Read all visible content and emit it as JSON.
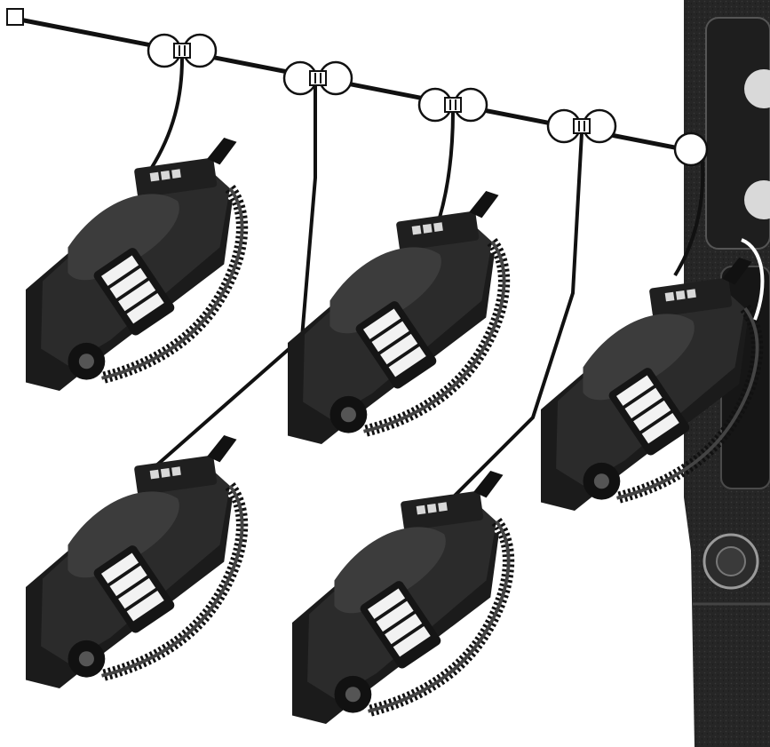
{
  "figure": {
    "kind": "black-and-white photographic illustration",
    "background_color": "#ffffff",
    "ink_color": "#111111",
    "panel_color": "#2a2a2a"
  },
  "trunk_line": {
    "coupler_count": 5,
    "terminator_icon": "square-end-icon"
  },
  "handsets": [
    {
      "id": "phone-1",
      "drop_from_coupler": 1,
      "row": "top"
    },
    {
      "id": "phone-2",
      "drop_from_coupler": 3,
      "row": "top"
    },
    {
      "id": "phone-3",
      "drop_from_coupler": 5,
      "row": "top"
    },
    {
      "id": "phone-4",
      "drop_from_coupler": 2,
      "row": "bottom"
    },
    {
      "id": "phone-5",
      "drop_from_coupler": 4,
      "row": "bottom"
    }
  ],
  "panel": {
    "description_icon": "panel-fastener-icon"
  }
}
